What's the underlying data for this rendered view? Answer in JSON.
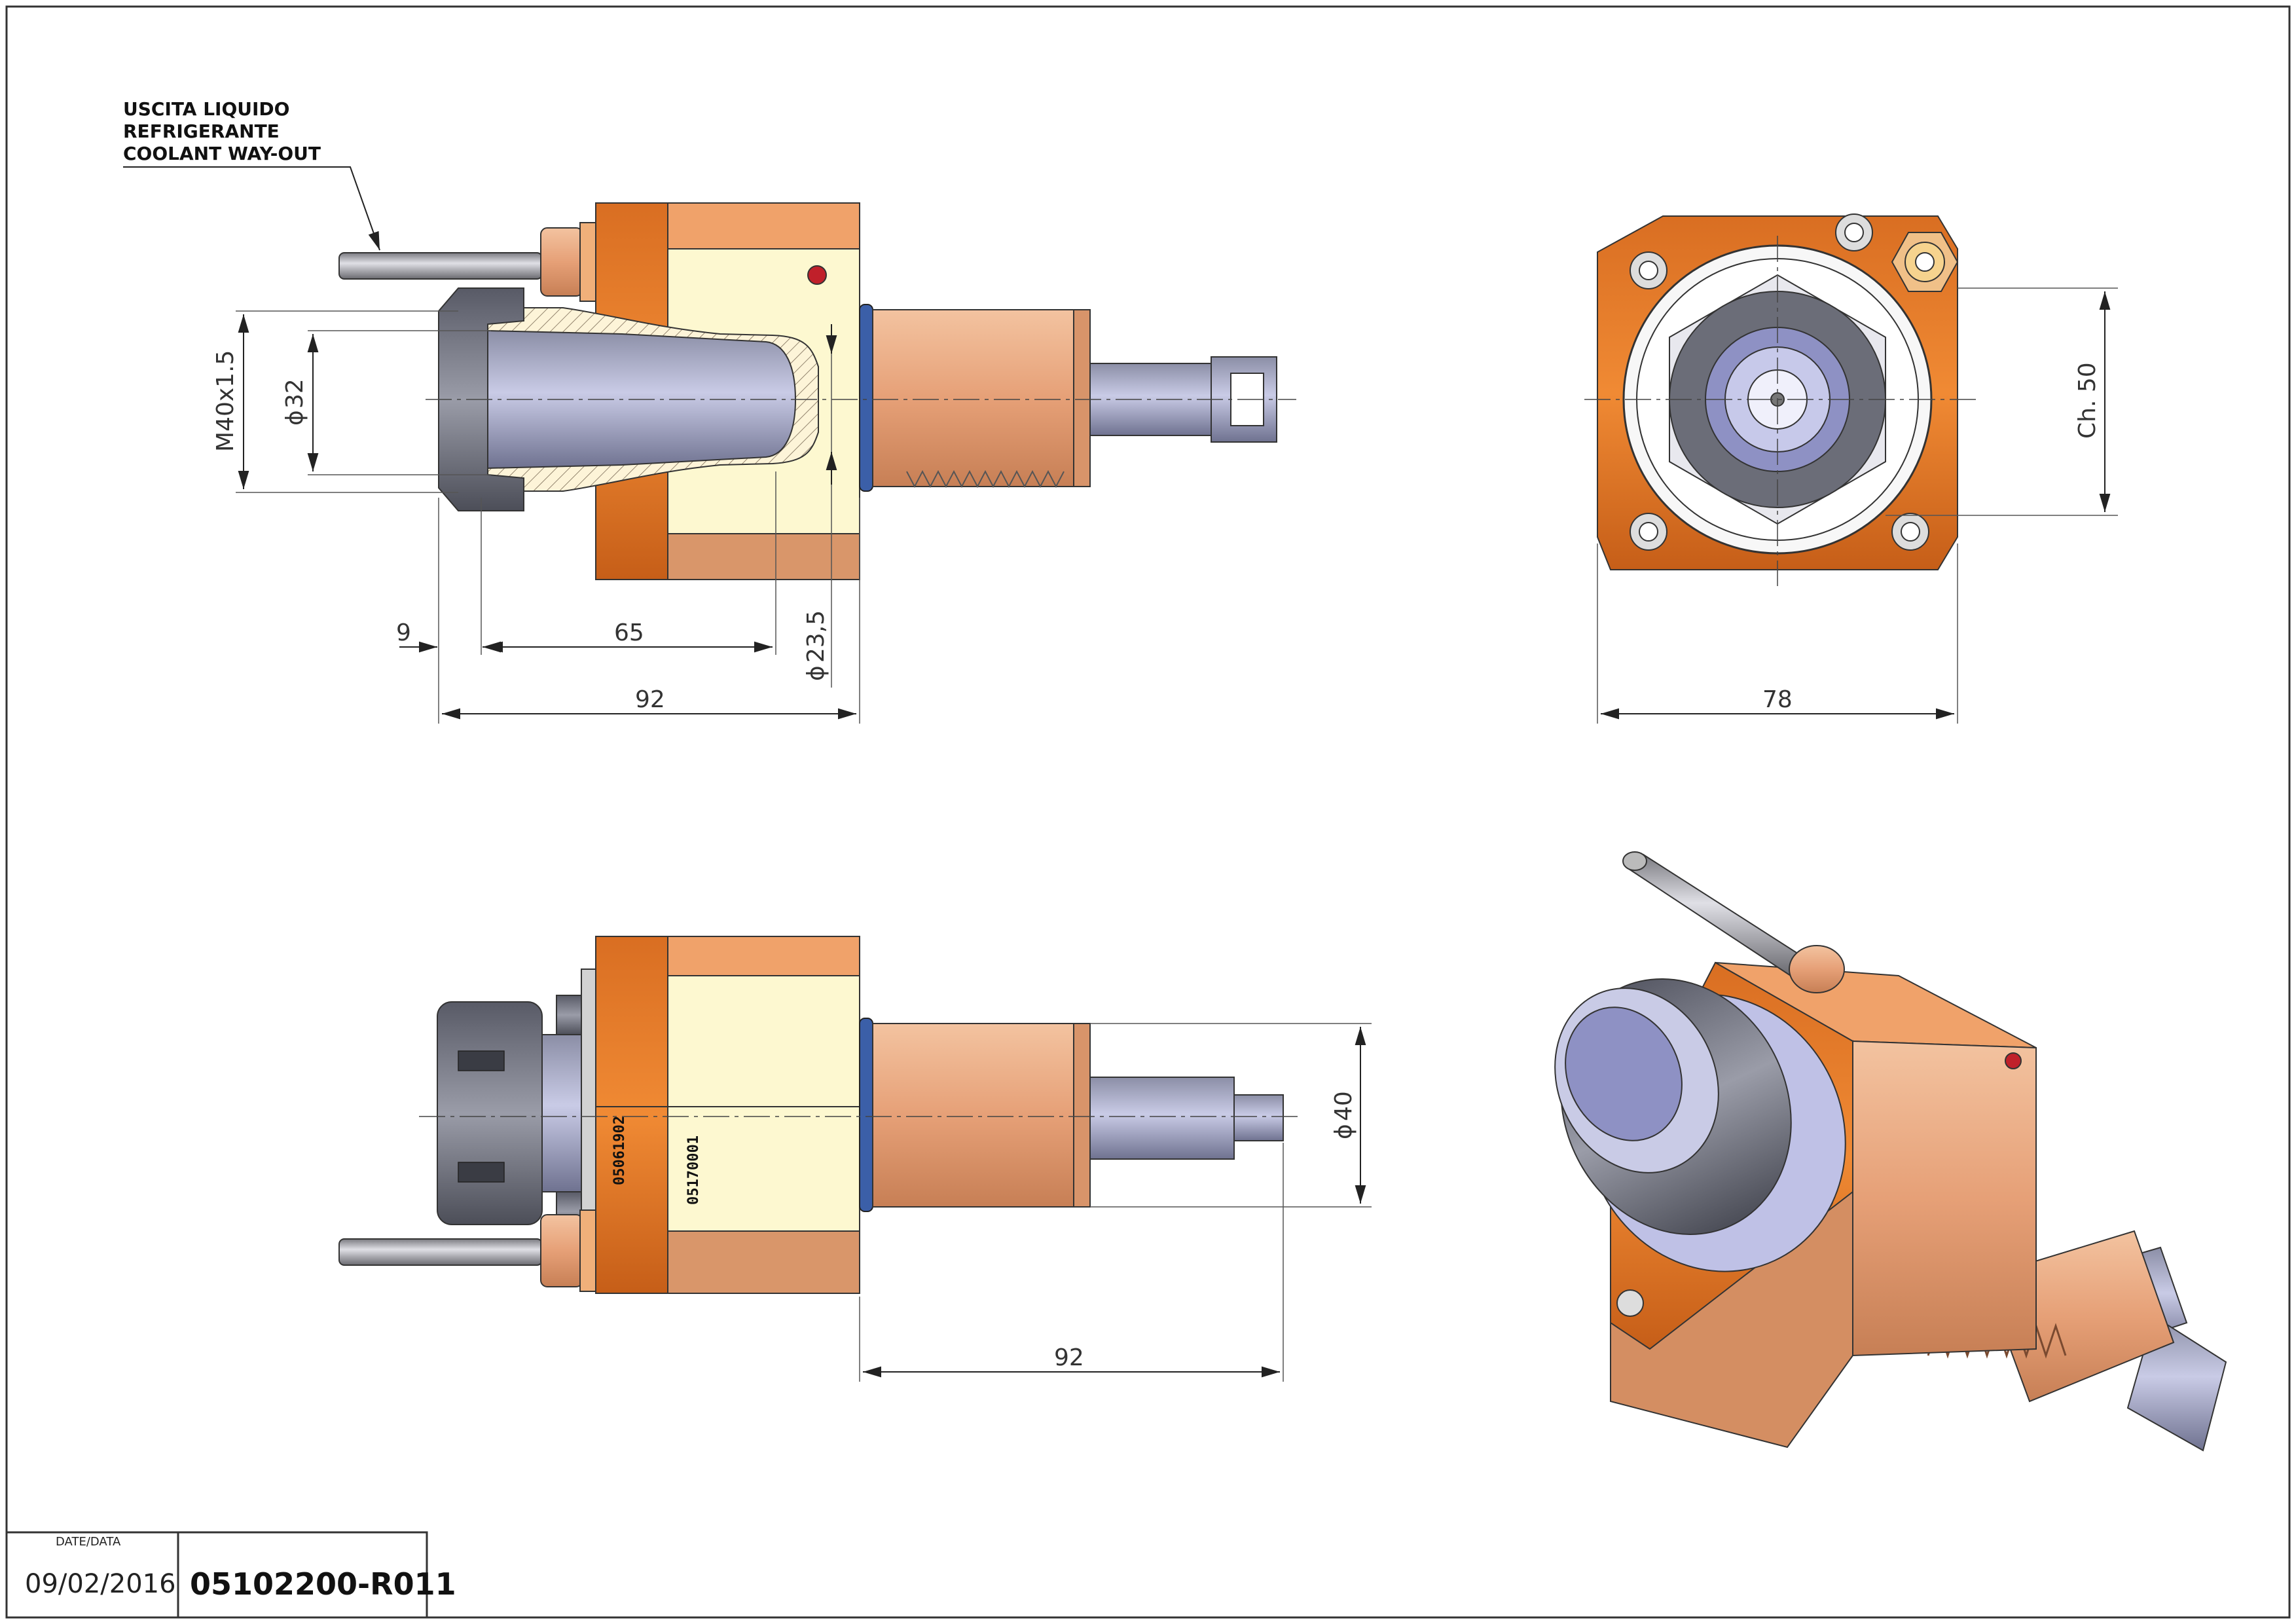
{
  "coolant_note": {
    "line1": "USCITA LIQUIDO",
    "line2": "REFRIGERANTE",
    "line3": "COOLANT WAY-OUT"
  },
  "dimensions": {
    "thread": "M40x1.5",
    "dia_32": "32",
    "dia_23_5": "23,5",
    "len_9": "9",
    "len_65": "65",
    "len_92_top": "92",
    "width_78": "78",
    "ch_50": "Ch. 50",
    "dia_40": "40",
    "len_92_bottom": "92",
    "diameter_symbol": "ϕ"
  },
  "engravings": {
    "code_a": "05061902",
    "code_b": "05170001"
  },
  "title_block": {
    "date_label": "DATE/DATA",
    "date": "09/02/2016",
    "drawing_number": "05102200-R011"
  },
  "colors": {
    "orange": "#e8802a",
    "orange_dark": "#c8641c",
    "cream": "#fdf8d0",
    "copper": "#e7a57c",
    "copper_dark": "#c98458",
    "steel": "#7b7e8c",
    "steel_light": "#aeb1d6",
    "blue_ring": "#3b5fa8",
    "red_plug": "#c0202a"
  }
}
